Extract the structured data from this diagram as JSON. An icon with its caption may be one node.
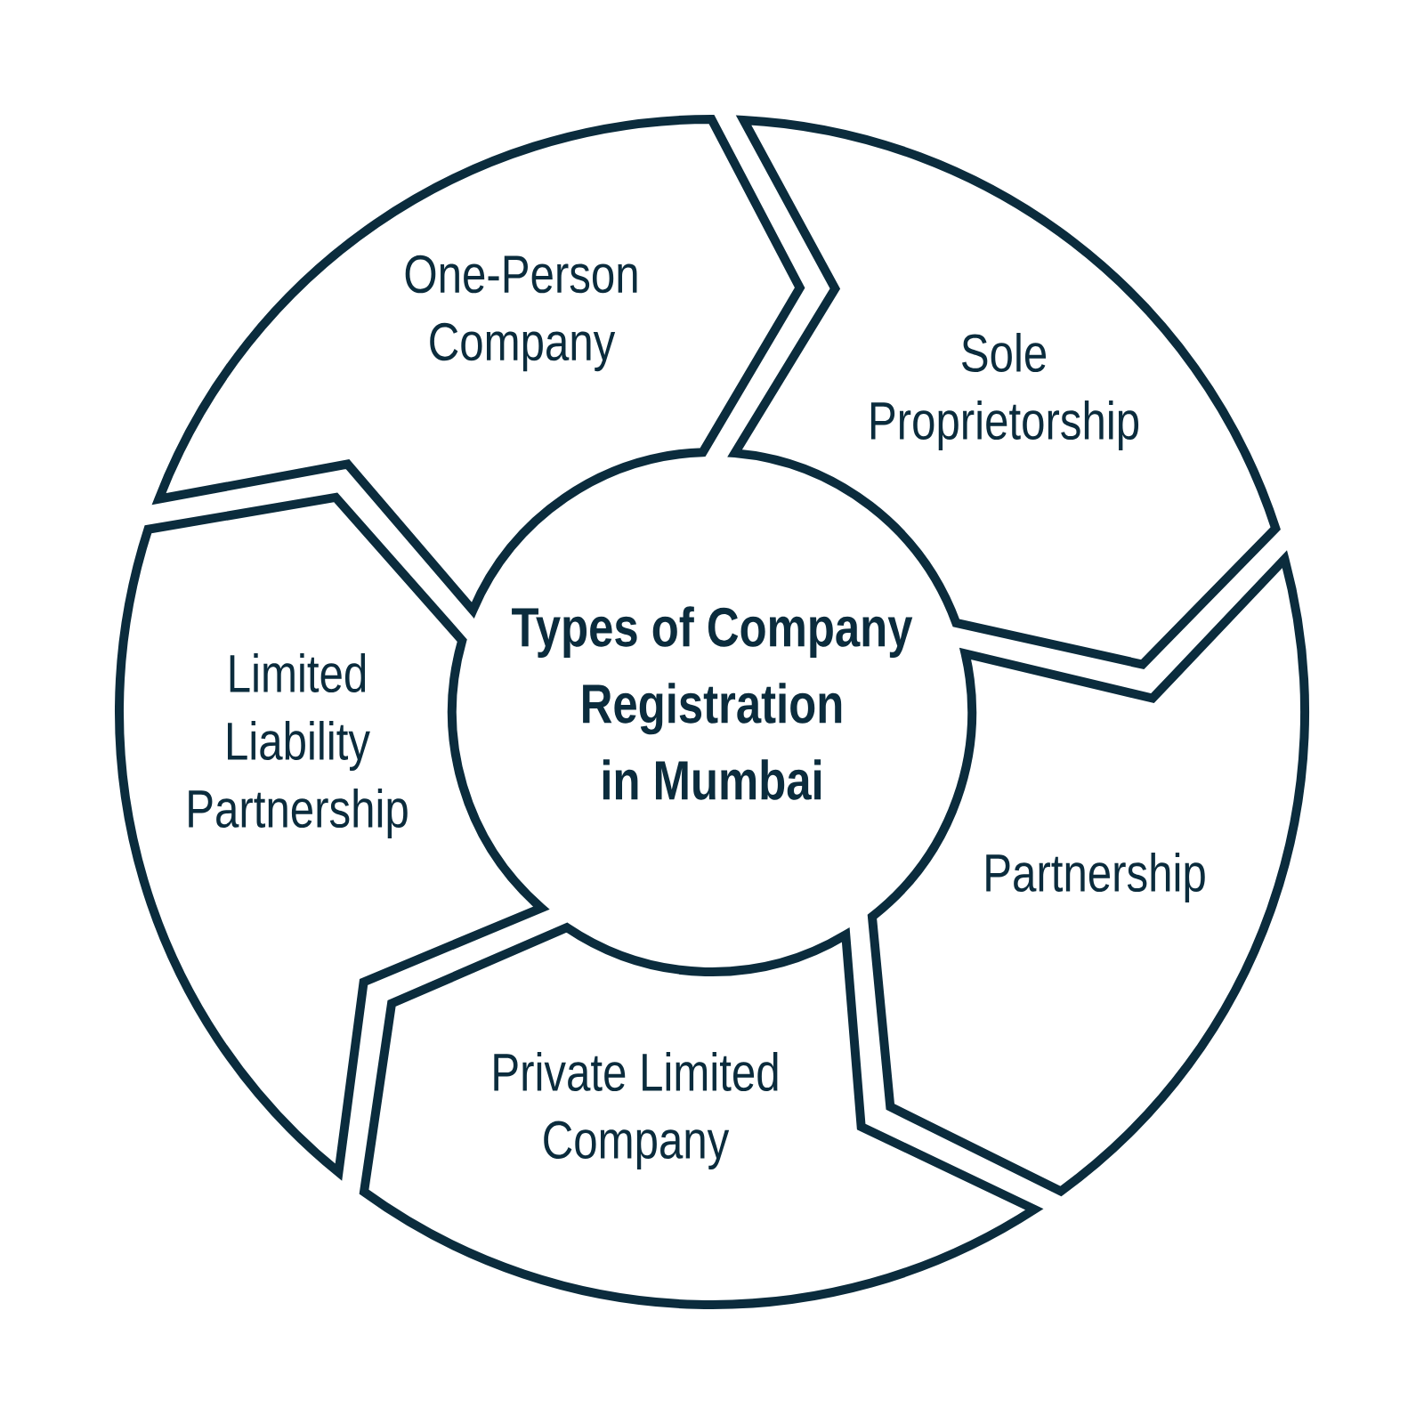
{
  "diagram": {
    "title": "Types of Company Registration in Mumbai",
    "nodes": [
      {
        "text": [
          "One-Person Company"
        ]
      },
      {
        "text": [
          "Sole Proprietorship"
        ]
      },
      {
        "text": [
          "Partnership"
        ]
      },
      {
        "text": [
          "Private Limited Company"
        ]
      },
      {
        "text": [
          "Limited Liability Partnership"
        ]
      }
    ]
  }
}
